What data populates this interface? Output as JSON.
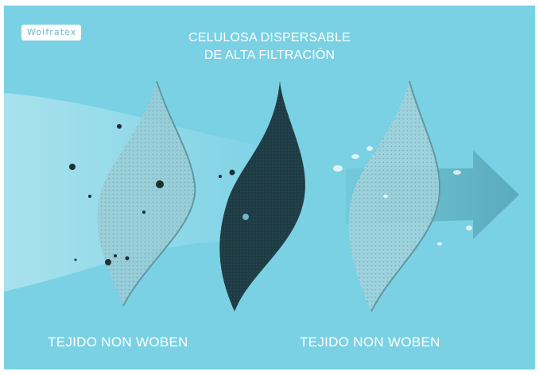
{
  "brand": {
    "name": "Wolfratex",
    "color": "#6fb7c9"
  },
  "title": {
    "line1": "CELULOSA DISPERSABLE",
    "line2": "DE ALTA FILTRACIÓN"
  },
  "layers": {
    "left_label": "TEJIDO NON WOBEN",
    "right_label": "TEJIDO NON WOBEN"
  },
  "colors": {
    "background": "#7ad1e4",
    "outer_layer": "#86c3cd",
    "middle_layer": "#1f3c44",
    "arrow": "#5fa9b8"
  },
  "icons": {
    "particles_incoming": "dust-particle-icon",
    "particles_outgoing": "droplet-icon",
    "direction": "arrow-right-icon"
  }
}
